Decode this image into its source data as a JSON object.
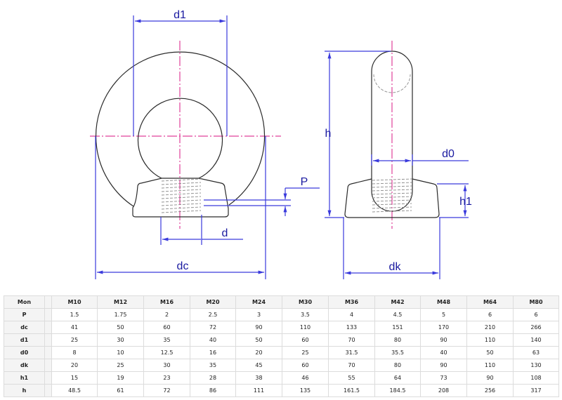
{
  "drawing": {
    "front_view": {
      "labels": {
        "d1": "d1",
        "dc": "dc",
        "d": "d",
        "P": "P"
      }
    },
    "side_view": {
      "labels": {
        "h": "h",
        "d0": "d0",
        "h1": "h1",
        "dk": "dk"
      }
    },
    "colors": {
      "outline": "#2a2a2a",
      "dimension": "#3a3adc",
      "dimension_text": "#1a1aa0",
      "centerline": "#e0409a",
      "thread": "#8a8a8a"
    }
  },
  "table": {
    "header_label": "Mon",
    "sizes": [
      "M10",
      "M12",
      "M16",
      "M20",
      "M24",
      "M30",
      "M36",
      "M42",
      "M48",
      "M64",
      "M80"
    ],
    "rows": [
      {
        "label": "P",
        "values": [
          "1.5",
          "1.75",
          "2",
          "2.5",
          "3",
          "3.5",
          "4",
          "4.5",
          "5",
          "6",
          "6"
        ]
      },
      {
        "label": "dc",
        "values": [
          "41",
          "50",
          "60",
          "72",
          "90",
          "110",
          "133",
          "151",
          "170",
          "210",
          "266"
        ]
      },
      {
        "label": "d1",
        "values": [
          "25",
          "30",
          "35",
          "40",
          "50",
          "60",
          "70",
          "80",
          "90",
          "110",
          "140"
        ]
      },
      {
        "label": "d0",
        "values": [
          "8",
          "10",
          "12.5",
          "16",
          "20",
          "25",
          "31.5",
          "35.5",
          "40",
          "50",
          "63"
        ]
      },
      {
        "label": "dk",
        "values": [
          "20",
          "25",
          "30",
          "35",
          "45",
          "60",
          "70",
          "80",
          "90",
          "110",
          "130"
        ]
      },
      {
        "label": "h1",
        "values": [
          "15",
          "19",
          "23",
          "28",
          "38",
          "46",
          "55",
          "64",
          "73",
          "90",
          "108"
        ]
      },
      {
        "label": "h",
        "values": [
          "48.5",
          "61",
          "72",
          "86",
          "111",
          "135",
          "161.5",
          "184.5",
          "208",
          "256",
          "317"
        ]
      }
    ]
  }
}
